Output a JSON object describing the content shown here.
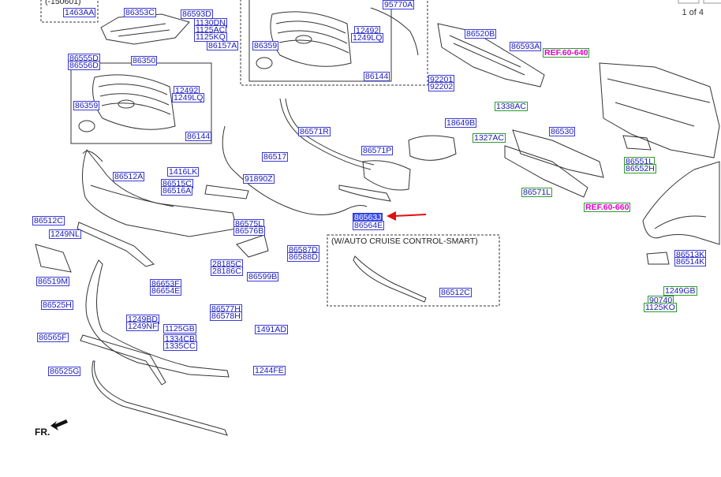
{
  "page_indicator": "1 of 4",
  "front_marker": "FR.",
  "option_note": "(W/AUTO CRUISE CONTROL-SMART)",
  "date_note": "(-150601)",
  "parts": {
    "p1463AA": "1463AA",
    "p86353C": "86353C",
    "p86593D": "86593D",
    "p1130DN": "1130DN",
    "p1125AC": "1125AC",
    "p1125KQ": "1125KQ",
    "p86157A": "86157A",
    "p86555D": "86555D",
    "p86556D": "86556D",
    "p86350": "86350",
    "p86359a": "86359",
    "p12492a": "12492",
    "p1249LQa": "1249LQ",
    "p86144a": "86144",
    "p86359b": "86359",
    "p12492b": "12492",
    "p1249LQb": "1249LQ",
    "p86144b": "86144",
    "p95770A": "95770A",
    "p86520B": "86520B",
    "p86593A": "86593A",
    "p92201": "92201",
    "p92202": "92202",
    "p1338AC": "1338AC",
    "p86571R": "86571R",
    "p18649B": "18649B",
    "p1327AC": "1327AC",
    "p86530": "86530",
    "p86517": "86517",
    "p86571P": "86571P",
    "p86551L": "86551L",
    "p86552H": "86552H",
    "p1416LK": "1416LK",
    "p86512A": "86512A",
    "p86515C": "86515C",
    "p86516A": "86516A",
    "p91890Z": "91890Z",
    "p86571L": "86571L",
    "p86563J": "86563J",
    "p86564E": "86564E",
    "p86512C": "86512C",
    "p86575L": "86575L",
    "p86576B": "86576B",
    "p1249NL": "1249NL",
    "p86587D": "86587D",
    "p86588D": "86588D",
    "p28185C": "28185C",
    "p28186C": "28186C",
    "p86599B": "86599B",
    "p86519M": "86519M",
    "p86653F": "86653F",
    "p86654E": "86654E",
    "p86512Copt": "86512C",
    "p86525H": "86525H",
    "p86577H": "86577H",
    "p86578H": "86578H",
    "p1249BD": "1249BD",
    "p1249NF": "1249NF",
    "p1125GB": "1125GB",
    "p1491AD": "1491AD",
    "p86565F": "86565F",
    "p1334CB": "1334CB",
    "p1335CC": "1335CC",
    "p86525G": "86525G",
    "p1244FE": "1244FE",
    "p86513K": "86513K",
    "p86514K": "86514K",
    "p1249GB": "1249GB",
    "p90740": "90740",
    "p1125KO": "1125KO"
  },
  "refs": {
    "r640": "REF.60-640",
    "r660": "REF.60-660"
  },
  "colors": {
    "label_border": "#3a3ad6",
    "label_text": "#1a1ab8",
    "ref_text": "#e000c8",
    "ref_border": "#2e9a2e",
    "highlight": "#3b4ef0",
    "pointer_arrow": "#e01010"
  }
}
